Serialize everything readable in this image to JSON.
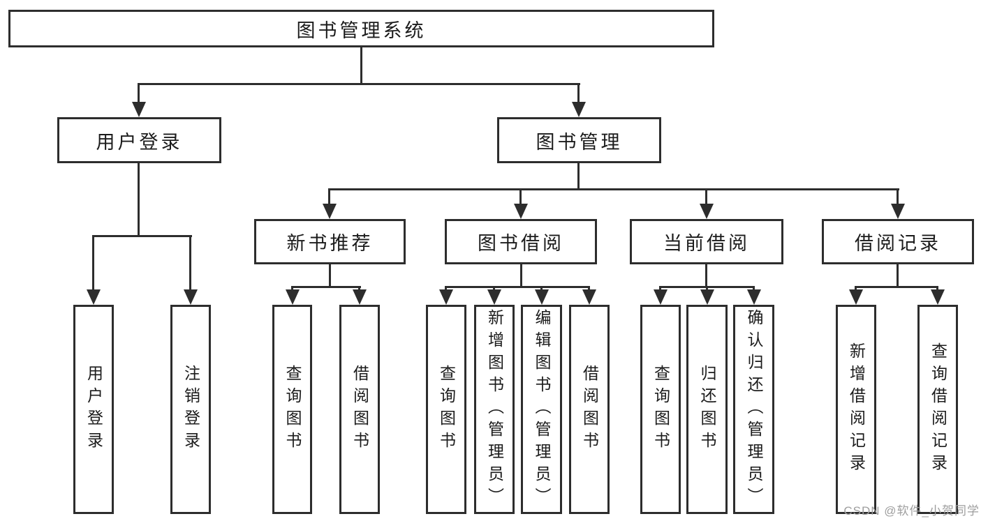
{
  "page": {
    "background": "#ffffff"
  },
  "colors": {
    "line": "#2d2d2d",
    "box_border": "#2d2d2d",
    "text": "#1b1b1b",
    "watermark": "#9e9e9e"
  },
  "tree": {
    "root": {
      "label": "图书管理系统"
    },
    "branches": [
      {
        "label": "用户登录",
        "children": [
          {
            "label": "用户登录"
          },
          {
            "label": "注销登录"
          }
        ]
      },
      {
        "label": "图书管理",
        "children": [
          {
            "label": "新书推荐",
            "children": [
              {
                "label": "查询图书"
              },
              {
                "label": "借阅图书"
              }
            ]
          },
          {
            "label": "图书借阅",
            "children": [
              {
                "label": "查询图书"
              },
              {
                "label": "新增图书（管理员）"
              },
              {
                "label": "编辑图书（管理员）"
              },
              {
                "label": "借阅图书"
              }
            ]
          },
          {
            "label": "当前借阅",
            "children": [
              {
                "label": "查询图书"
              },
              {
                "label": "归还图书"
              },
              {
                "label": "确认归还（管理员）"
              }
            ]
          },
          {
            "label": "借阅记录",
            "children": [
              {
                "label": "新增借阅记录"
              },
              {
                "label": "查询借阅记录"
              }
            ]
          }
        ]
      }
    ]
  },
  "watermark": {
    "text": "CSDN @软件_小贺同学"
  }
}
